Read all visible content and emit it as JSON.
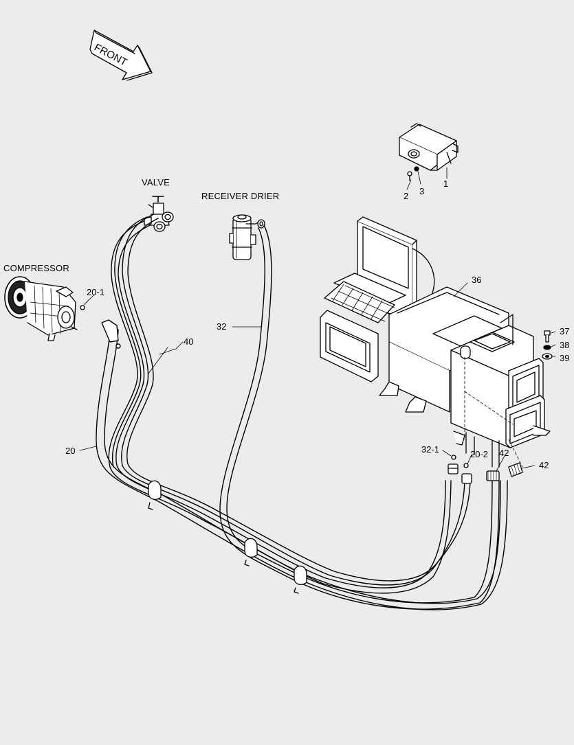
{
  "front_arrow": {
    "text": "FRONT"
  },
  "captions": {
    "valve": "VALVE",
    "receiver_drier": "RECEIVER DRIER",
    "compressor": "COMPRESSOR"
  },
  "callouts": {
    "c1": "1",
    "c2": "2",
    "c3": "3",
    "c20": "20",
    "c20_1": "20-1",
    "c20_2": "20-2",
    "c32": "32",
    "c32_1": "32-1",
    "c36": "36",
    "c37": "37",
    "c38": "38",
    "c39": "39",
    "c40": "40",
    "c42a": "42",
    "c42b": "42"
  }
}
